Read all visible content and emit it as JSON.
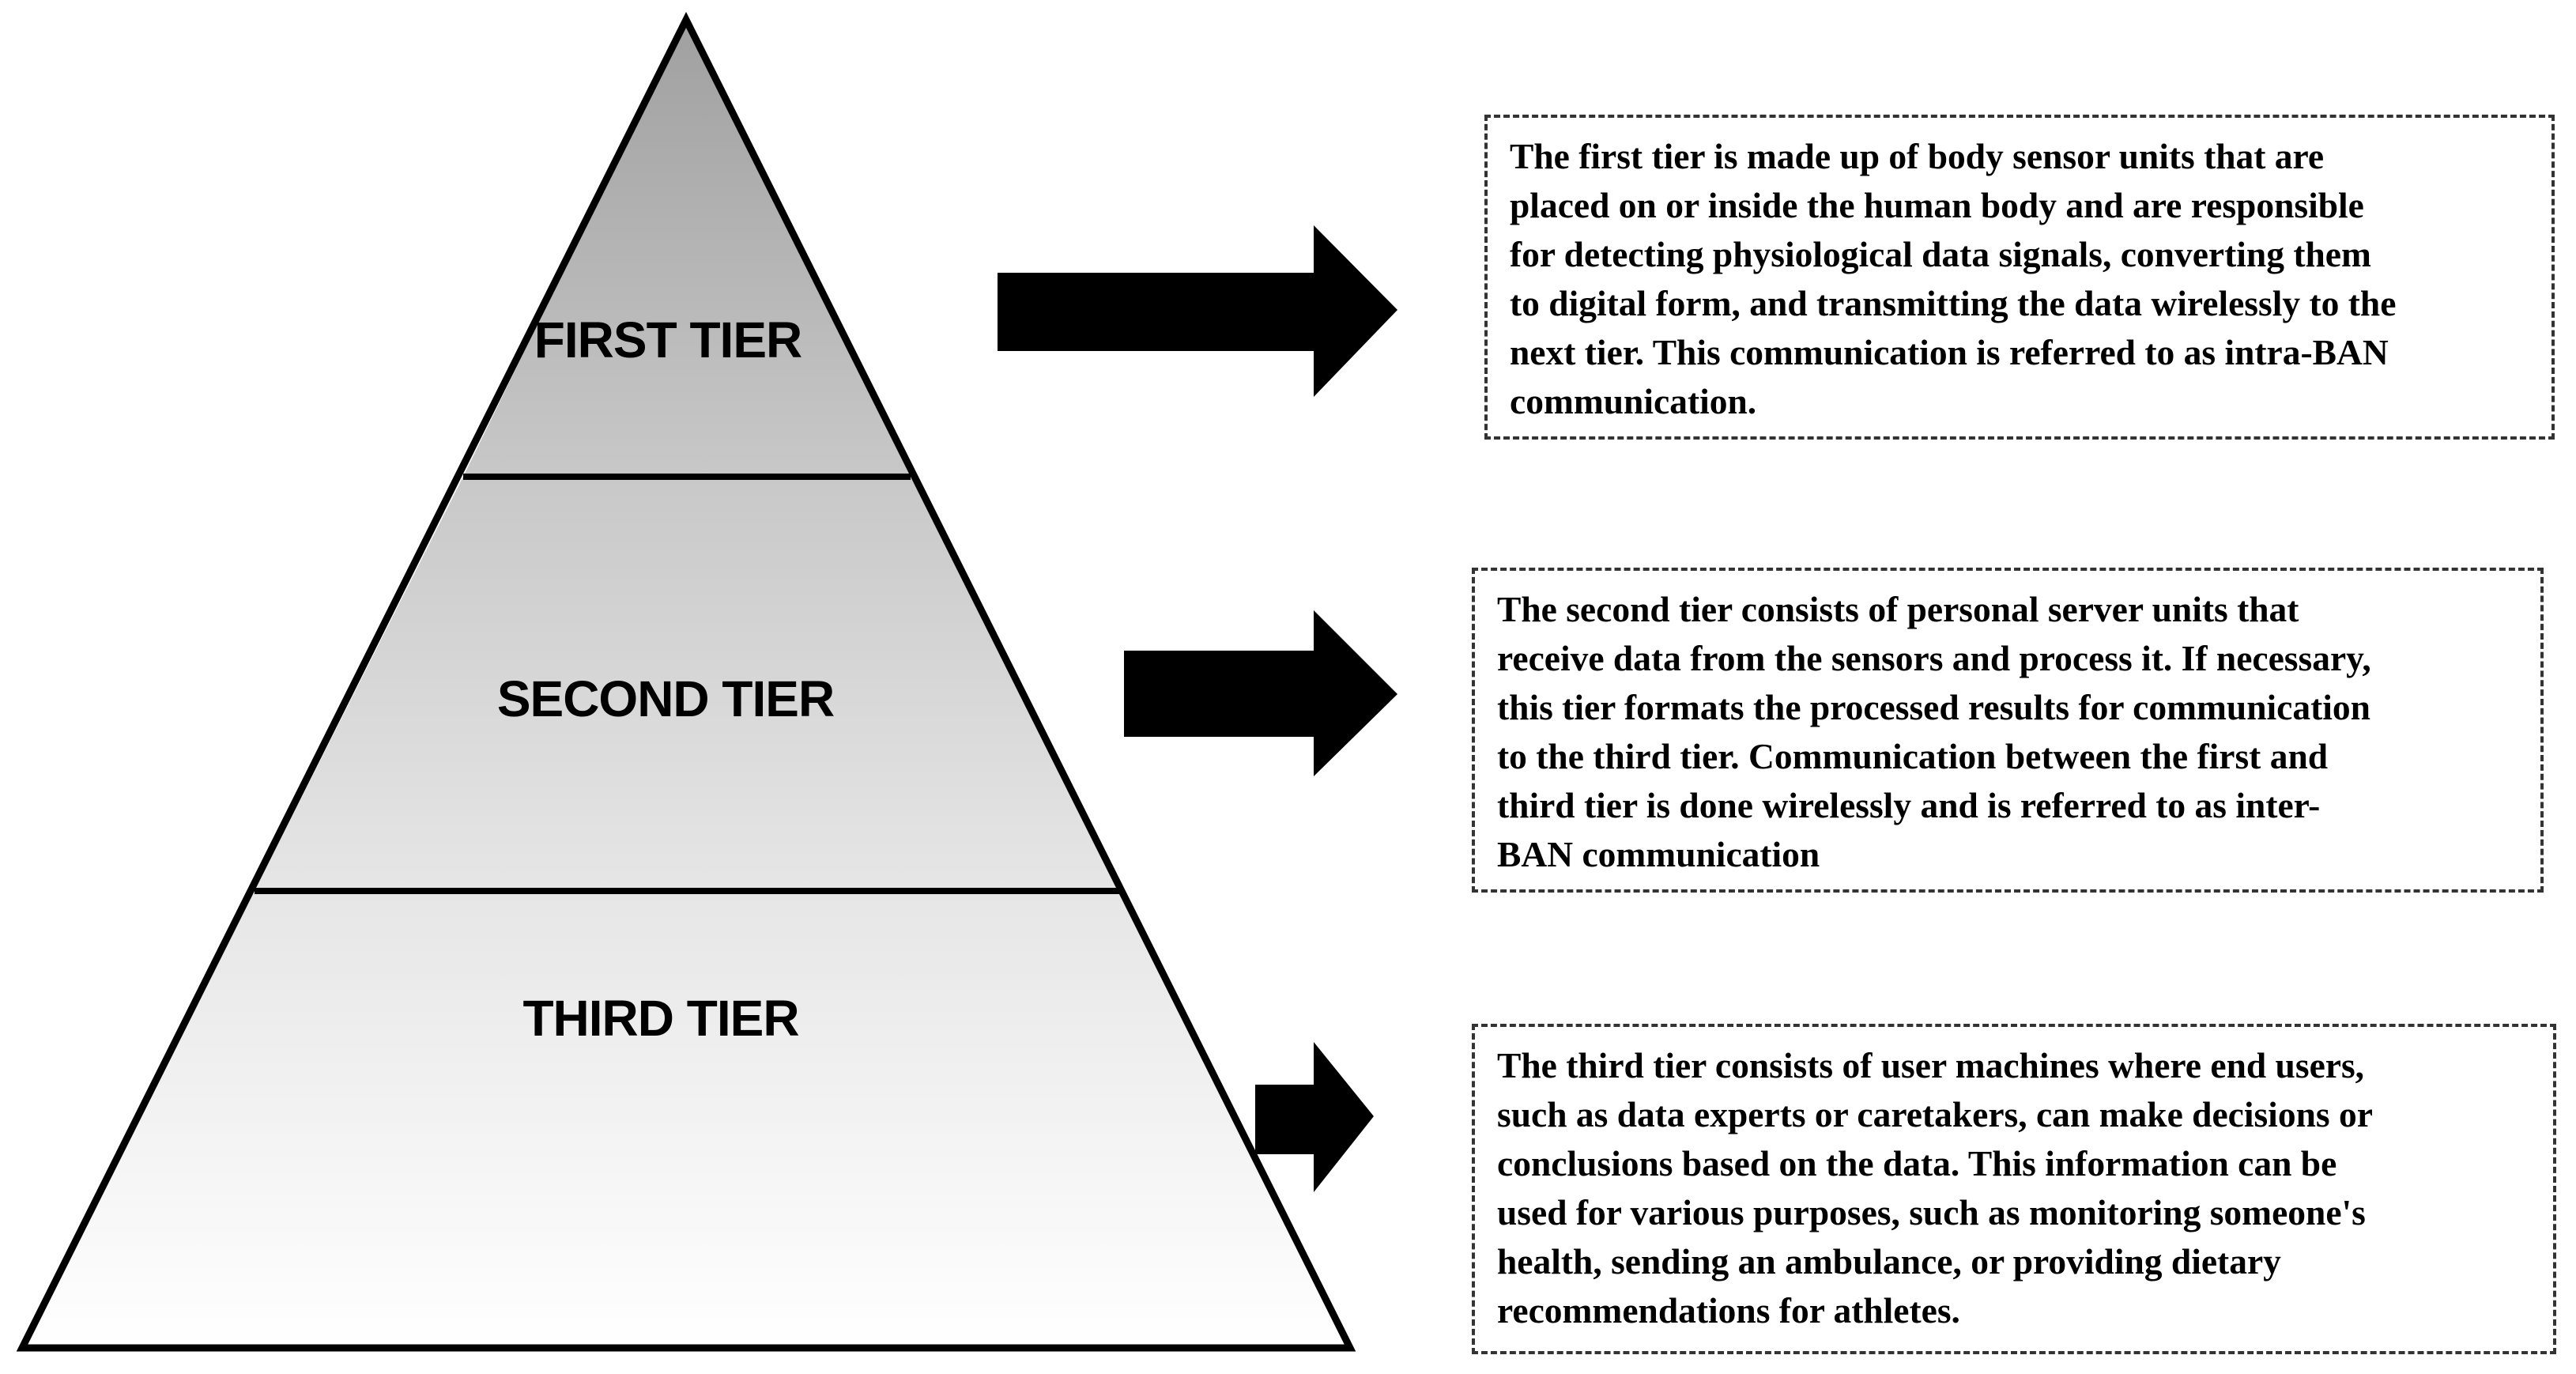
{
  "pyramid": {
    "tiers": [
      {
        "label": "FIRST TIER"
      },
      {
        "label": "SECOND TIER"
      },
      {
        "label": "THIRD TIER"
      }
    ]
  },
  "descriptions": [
    {
      "lines": [
        "The first tier is made up of body sensor units that are",
        "placed on or inside the human body and are responsible",
        "for detecting physiological data signals, converting them",
        "to digital form, and transmitting the data wirelessly to the",
        "next tier. This communication is referred to as intra-BAN",
        "communication."
      ]
    },
    {
      "lines": [
        "The second tier consists of personal server units that",
        "receive data from the sensors and process it. If necessary,",
        "this tier formats the processed results for communication",
        "to the third tier. Communication between the first and",
        "third tier is done wirelessly and is referred to as inter-",
        "BAN communication"
      ]
    },
    {
      "lines": [
        "The third tier consists of user machines where end users,",
        "such as data experts or caretakers, can make decisions or",
        "conclusions based on the data. This information can be",
        "used for various purposes, such as monitoring someone's",
        "health, sending an ambulance, or providing dietary",
        "recommendations for athletes."
      ]
    }
  ],
  "colors": {
    "outline": "#000000",
    "tier1_fill_top": "#a0a0a0",
    "tier1_fill_bottom": "#c8c8c8",
    "tier2_fill_top": "#c8c8c8",
    "tier2_fill_bottom": "#e6e6e6",
    "tier3_fill_top": "#e6e6e6",
    "tier3_fill_bottom": "#ffffff",
    "arrow": "#000000",
    "box_border": "#333333"
  }
}
